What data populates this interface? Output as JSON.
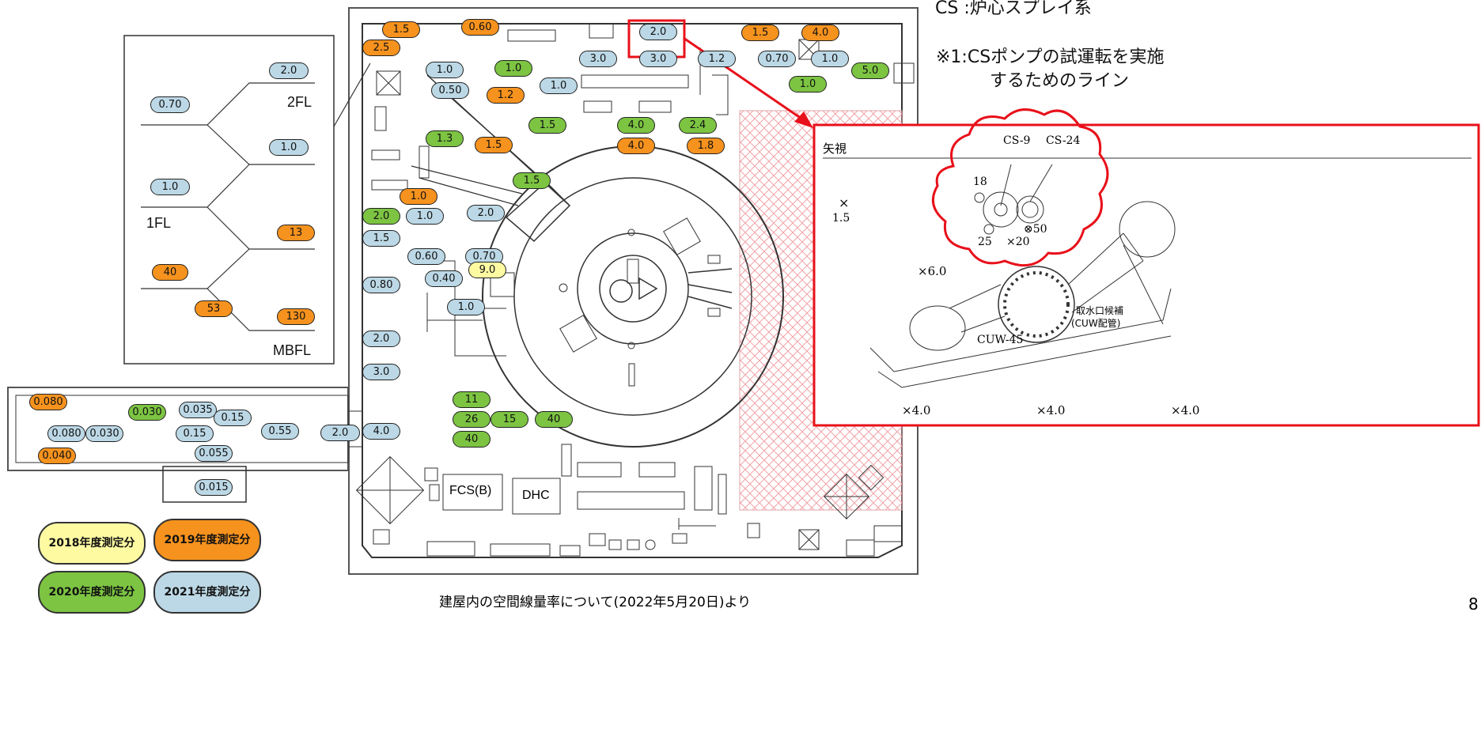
{
  "top_note": "CS  :炉心スプレイ系",
  "note1_line1": "※1:CSポンプの試運転を実施",
  "note1_line2": "するためのライン",
  "caption": "建屋内の空間線量率について(2022年5月20日)より",
  "page_number": "8",
  "inset": {
    "floor_2fl": "2FL",
    "floor_1fl": "1FL",
    "floor_mbfl": "MBFL",
    "v_2_0": "2.0",
    "v_0_70": "0.70",
    "v_1_0a": "1.0",
    "v_1_0b": "1.0",
    "v_13": "13",
    "v_40": "40",
    "v_53": "53",
    "v_130": "130"
  },
  "corridor": {
    "v_0_080a": "0.080",
    "v_0_030a": "0.030",
    "v_0_035": "0.035",
    "v_0_15a": "0.15",
    "v_0_080b": "0.080",
    "v_0_030b": "0.030",
    "v_0_15b": "0.15",
    "v_0_55": "0.55",
    "v_0_040": "0.040",
    "v_0_055": "0.055",
    "v_0_015": "0.015",
    "v_2_0": "2.0",
    "v_4_0": "4.0"
  },
  "building": {
    "m_1_5a": "1.5",
    "m_0_60a": "0.60",
    "m_2_5": "2.5",
    "m_2_0a": "2.0",
    "m_1_5b": "1.5",
    "m_4_0a": "4.0",
    "m_1_0a": "1.0",
    "m_1_0b": "1.0",
    "m_3_0a": "3.0",
    "m_3_0b": "3.0",
    "m_1_2a": "1.2",
    "m_0_70": "0.70",
    "m_1_0c": "1.0",
    "m_5_0": "5.0",
    "m_0_50": "0.50",
    "m_1_2b": "1.2",
    "m_1_0d": "1.0",
    "m_1_0e": "1.0",
    "m_1_5c": "1.5",
    "m_4_0b": "4.0",
    "m_2_4": "2.4",
    "m_1_3": "1.3",
    "m_1_5d": "1.5",
    "m_4_0c": "4.0",
    "m_1_8": "1.8",
    "m_1_5e": "1.5",
    "m_1_0f": "1.0",
    "m_2_0b": "2.0",
    "m_1_0g": "1.0",
    "m_2_0c": "2.0",
    "m_1_5f": "1.5",
    "m_0_60b": "0.60",
    "m_0_70b": "0.70",
    "m_0_40": "0.40",
    "m_9_0": "9.0",
    "m_0_80": "0.80",
    "m_1_0h": "1.0",
    "m_2_0d": "2.0",
    "m_3_0c": "3.0",
    "m_11": "11",
    "m_26": "26",
    "m_15": "15",
    "m_40": "40",
    "m_40b": "40",
    "fcs": "FCS(B)",
    "dhc": "DHC"
  },
  "detail": {
    "view_label": "矢視",
    "cs9": "CS-9",
    "cs24": "CS-24",
    "n18": "18",
    "x1_5": "×",
    "v1_5": "1.5",
    "n25": "25",
    "x20": "×20",
    "n50": "⊗50",
    "x6_0": "×6.0",
    "cuw45": "CUW-45",
    "intake1": "取水口候補",
    "intake2": "(CUW配管)",
    "x4_0a": "×4.0",
    "x4_0b": "×4.0",
    "x4_0c": "×4.0"
  },
  "legend": {
    "y2018": "2018年度測定分",
    "y2019": "2019年度測定分",
    "y2020": "2020年度測定分",
    "y2021": "2021年度測定分"
  },
  "colors": {
    "y2018": "#fdfaa2",
    "y2019": "#f6921e",
    "y2020": "#7cc442",
    "y2021": "#bcd8e6",
    "highlight": "#e8101a",
    "hatch": "#f2b3b6"
  }
}
